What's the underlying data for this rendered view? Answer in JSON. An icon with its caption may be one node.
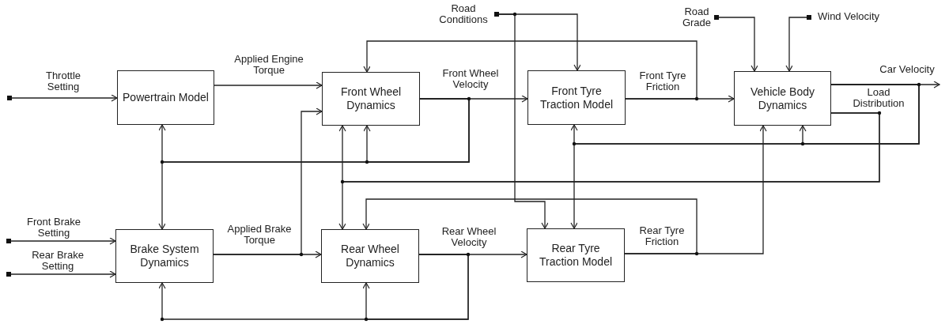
{
  "diagram": {
    "nodes": [
      {
        "text": [],
        "shape": "box",
        "beside": [
          "Throttle Setting"
        ]
      },
      {
        "text": [],
        "shape": "box",
        "beside": [
          "Front Brake Setting"
        ]
      },
      {
        "text": [],
        "shape": "box",
        "beside": [
          "Rear Brake Setting"
        ]
      },
      {
        "text": [
          "Powertrain Model"
        ]
      },
      {
        "text": [
          "Brake System Dynamics"
        ]
      },
      {
        "text": [
          "Front Wheel Dynamics"
        ]
      },
      {
        "text": [
          "Rear Wheel Dynamics"
        ]
      },
      {
        "text": [],
        "shape": "box",
        "beside": [
          "Road Conditions"
        ]
      },
      {
        "text": [
          "Front Tyre Traction Model"
        ]
      },
      {
        "text": [
          "Rear Tyre Traction Model"
        ]
      },
      {
        "text": [],
        "shape": "box",
        "beside": [
          "Road Grade"
        ]
      },
      {
        "text": [],
        "shape": "box",
        "beside": [
          "Wind Velocity"
        ]
      },
      {
        "text": [
          "Vehicle Body Dynamics"
        ]
      }
    ],
    "edges": [
      {
        "from": 0,
        "to": 3,
        "arrow": "to"
      },
      {
        "from": 1,
        "to": 4,
        "arrow": "to"
      },
      {
        "from": 2,
        "to": 4,
        "arrow": "to"
      },
      {
        "from": 3,
        "to": 5,
        "arrow": "to",
        "label": "Applied Engine Torque"
      },
      {
        "from": 4,
        "to": 6,
        "arrow": "to",
        "label": "Applied Brake Torque"
      },
      {
        "from": 4,
        "to": 5,
        "arrow": "to"
      },
      {
        "from": 5,
        "to": 8,
        "arrow": "to",
        "label": "Front Wheel Velocity"
      },
      {
        "from": 5,
        "to": 3,
        "arrow": "to"
      },
      {
        "from": 5,
        "to": 4,
        "arrow": "to"
      },
      {
        "from": 5,
        "to": 5,
        "arrow": "to"
      },
      {
        "from": 6,
        "to": 9,
        "arrow": "to",
        "label": "Rear Wheel Velocity"
      },
      {
        "from": 6,
        "to": 4,
        "arrow": "to"
      },
      {
        "from": 6,
        "to": 6,
        "arrow": "to"
      },
      {
        "from": 7,
        "to": 8,
        "arrow": "to"
      },
      {
        "from": 7,
        "to": 9,
        "arrow": "to"
      },
      {
        "from": 8,
        "to": 12,
        "arrow": "to",
        "label": "Front Tyre Friction"
      },
      {
        "from": 8,
        "to": 5,
        "arrow": "to"
      },
      {
        "from": 9,
        "to": 12,
        "arrow": "to",
        "label": "Rear Tyre Friction"
      },
      {
        "from": 9,
        "to": 6,
        "arrow": "to"
      },
      {
        "from": 10,
        "to": 12,
        "arrow": "to"
      },
      {
        "from": 11,
        "to": 12,
        "arrow": "to"
      },
      {
        "from": 12,
        "to": null,
        "arrow": "to",
        "label": "Car Velocity"
      },
      {
        "from": 12,
        "to": 8,
        "arrow": "to"
      },
      {
        "from": 12,
        "to": 9,
        "arrow": "to"
      },
      {
        "from": 12,
        "to": 12,
        "arrow": "to"
      },
      {
        "from": 12,
        "to": 5,
        "arrow": "to",
        "label": "Load Distribution"
      },
      {
        "from": 12,
        "to": 6,
        "arrow": "to"
      }
    ]
  }
}
